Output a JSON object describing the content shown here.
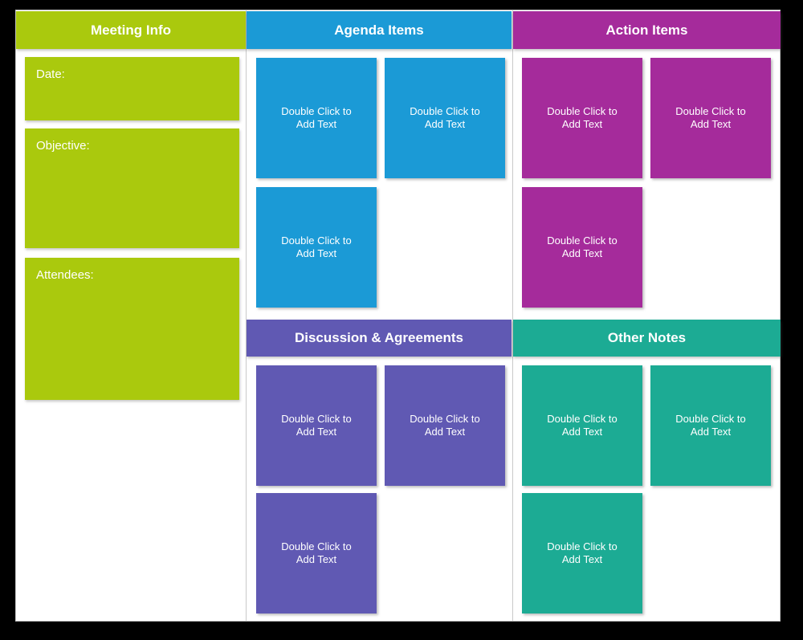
{
  "sections": {
    "meeting_info": {
      "title": "Meeting Info",
      "color": "#aac90d",
      "fields": [
        {
          "label": "Date:"
        },
        {
          "label": "Objective:"
        },
        {
          "label": "Attendees:"
        }
      ]
    },
    "agenda_items": {
      "title": "Agenda Items",
      "color": "#1b9ad6",
      "notes": [
        "Double Click to\nAdd Text",
        "Double Click to\nAdd Text",
        "Double Click to\nAdd Text"
      ]
    },
    "action_items": {
      "title": "Action Items",
      "color": "#a52b9b",
      "notes": [
        "Double Click to\nAdd Text",
        "Double Click to\nAdd Text",
        "Double Click to\nAdd Text"
      ]
    },
    "discussion_agreements": {
      "title": "Discussion & Agreements",
      "color": "#6059b3",
      "notes": [
        "Double Click to\nAdd Text",
        "Double Click to\nAdd Text",
        "Double Click to\nAdd Text"
      ]
    },
    "other_notes": {
      "title": "Other Notes",
      "color": "#1cab94",
      "notes": [
        "Double Click to\nAdd Text",
        "Double Click to\nAdd Text",
        "Double Click to\nAdd Text"
      ]
    }
  }
}
